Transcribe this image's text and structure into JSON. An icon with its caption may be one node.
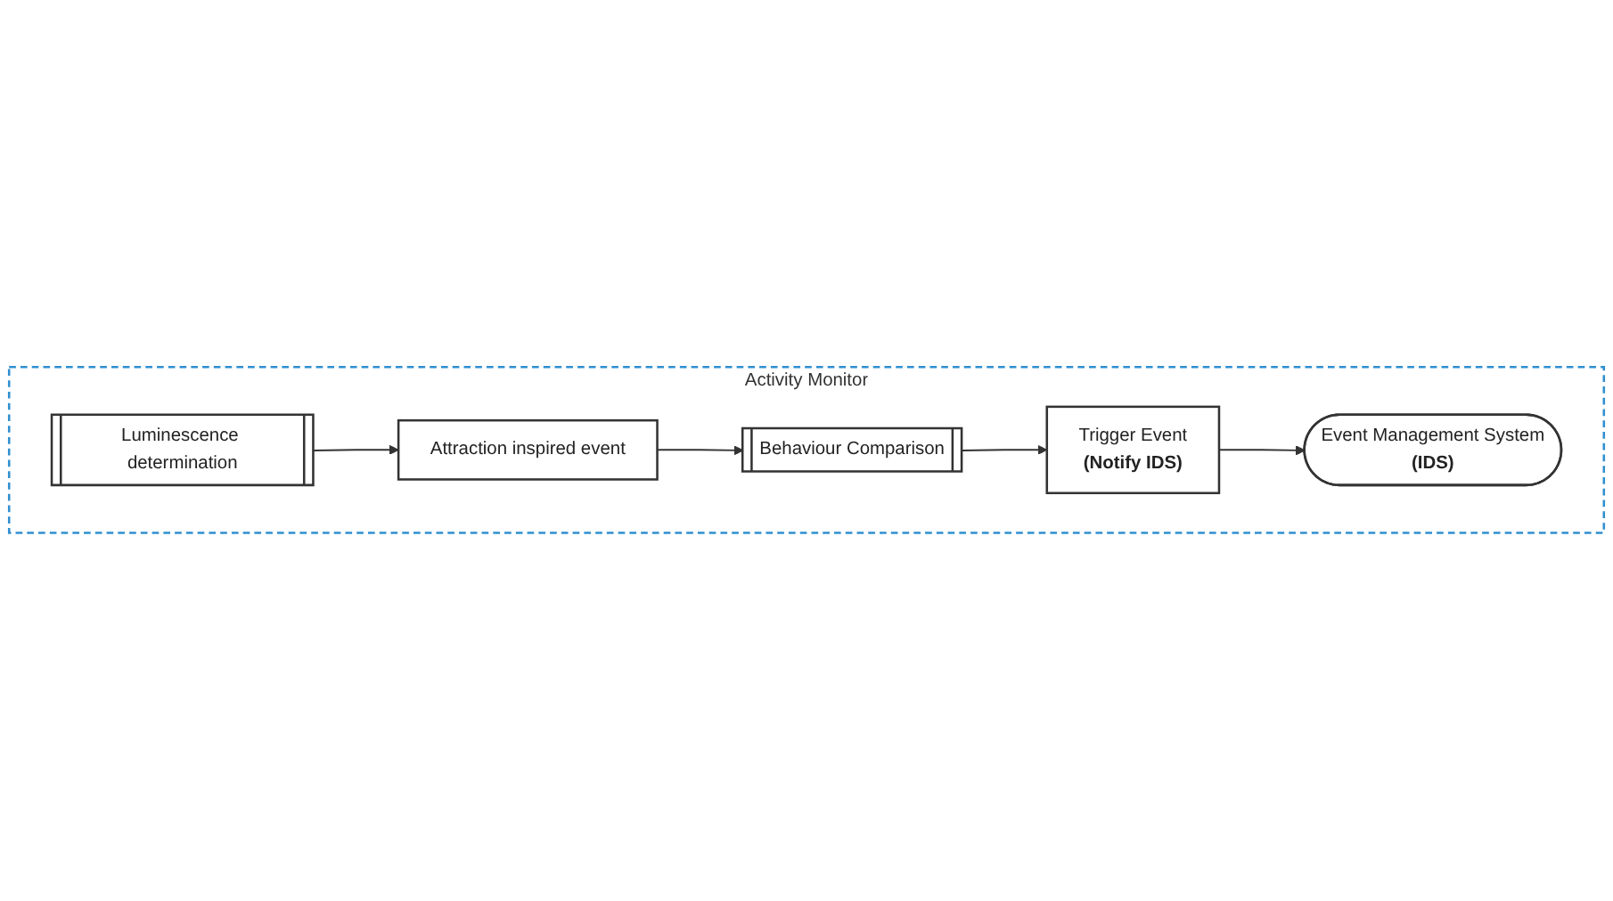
{
  "diagram": {
    "nodes": [
      {
        "text": [
          "Activity Monitor"
        ]
      },
      {
        "text": [
          "Luminescence determination"
        ],
        "in": 0
      },
      {
        "text": [
          "Attraction inspired event"
        ],
        "in": 0
      },
      {
        "text": [
          "Behaviour Comparison"
        ],
        "in": 0
      },
      {
        "text": [
          "Trigger Event",
          "(Notify IDS)"
        ],
        "in": 0
      },
      {
        "text": [
          "Event Management System",
          "(IDS)"
        ],
        "in": 0
      }
    ],
    "edges": [
      {
        "from": 1,
        "to": 2,
        "arrow": "to"
      },
      {
        "from": 2,
        "to": 3,
        "arrow": "to"
      },
      {
        "from": 3,
        "to": 4,
        "arrow": "to"
      },
      {
        "from": 4,
        "to": 5,
        "arrow": "to"
      }
    ]
  }
}
